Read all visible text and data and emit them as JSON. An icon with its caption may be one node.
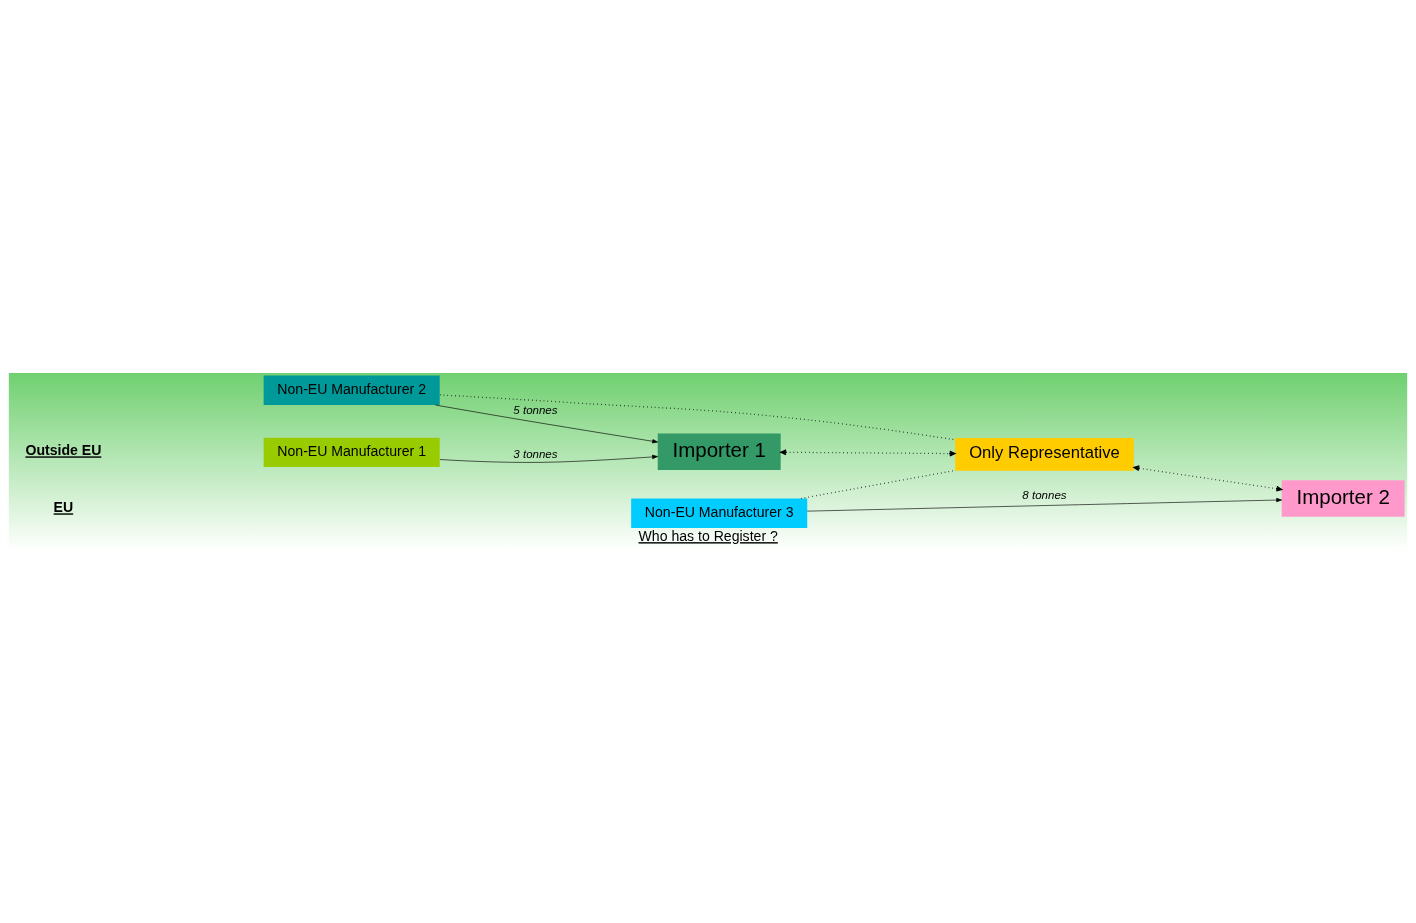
{
  "diagram": {
    "caption": "Who has to Register ?",
    "nodes": [
      {
        "text": [
          "Non-EU Manufacturer 1"
        ]
      },
      {
        "text": [
          "Non-EU Manufacturer 2"
        ]
      },
      {
        "text": [
          "Non-EU Manufacturer 3"
        ]
      },
      {
        "text": [
          "Importer 1"
        ]
      },
      {
        "text": [
          "Only Representative"
        ]
      },
      {
        "text": [
          "Importer 2"
        ]
      }
    ],
    "edges": [
      {
        "from": 0,
        "to": 3,
        "arrow": "to",
        "label": "3 tonnes"
      },
      {
        "from": 1,
        "to": 3,
        "arrow": "to",
        "label": "5 tonnes"
      },
      {
        "from": 2,
        "to": 5,
        "arrow": "to",
        "label": "8 tonnes"
      },
      {
        "from": 3,
        "to": 4,
        "arrow": "both",
        "style": "dashed"
      },
      {
        "from": 4,
        "to": 5,
        "arrow": "both",
        "style": "dashed"
      },
      {
        "from": 1,
        "to": 4,
        "arrow": "none",
        "style": "dashed"
      },
      {
        "from": 2,
        "to": 4,
        "arrow": "none",
        "style": "dashed"
      }
    ],
    "labels": [
      "Outside EU",
      "EU"
    ]
  }
}
